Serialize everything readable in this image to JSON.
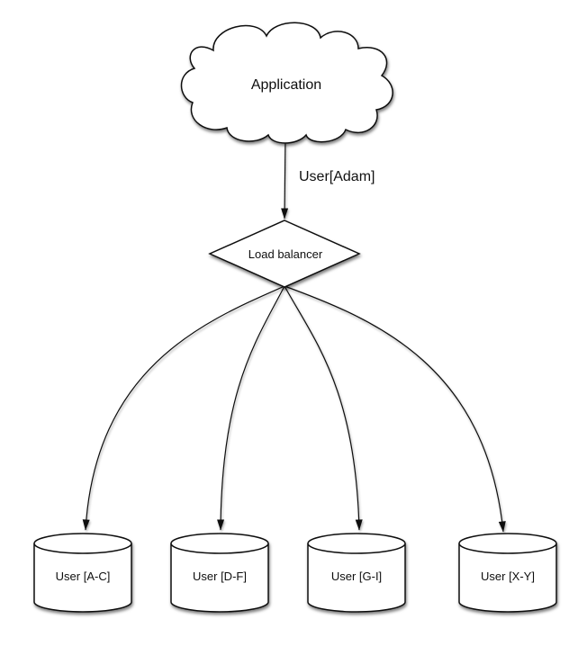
{
  "diagram": {
    "type": "flow-diagram",
    "nodes": {
      "application": {
        "label": "Application",
        "shape": "cloud"
      },
      "load_balancer": {
        "label": "Load balancer",
        "shape": "diamond"
      },
      "shards": [
        {
          "label": "User [A-C]",
          "shape": "cylinder"
        },
        {
          "label": "User [D-F]",
          "shape": "cylinder"
        },
        {
          "label": "User [G-I]",
          "shape": "cylinder"
        },
        {
          "label": "User [X-Y]",
          "shape": "cylinder"
        }
      ]
    },
    "edges": {
      "app_to_lb": {
        "from": "application",
        "to": "load_balancer",
        "label": "User[Adam]"
      },
      "lb_to_shards": {
        "from": "load_balancer",
        "targets": [
          0,
          1,
          2,
          3
        ]
      }
    },
    "colors": {
      "background": "#ffffff",
      "stroke": "#111111",
      "fill": "#ffffff",
      "text": "#111111"
    }
  }
}
